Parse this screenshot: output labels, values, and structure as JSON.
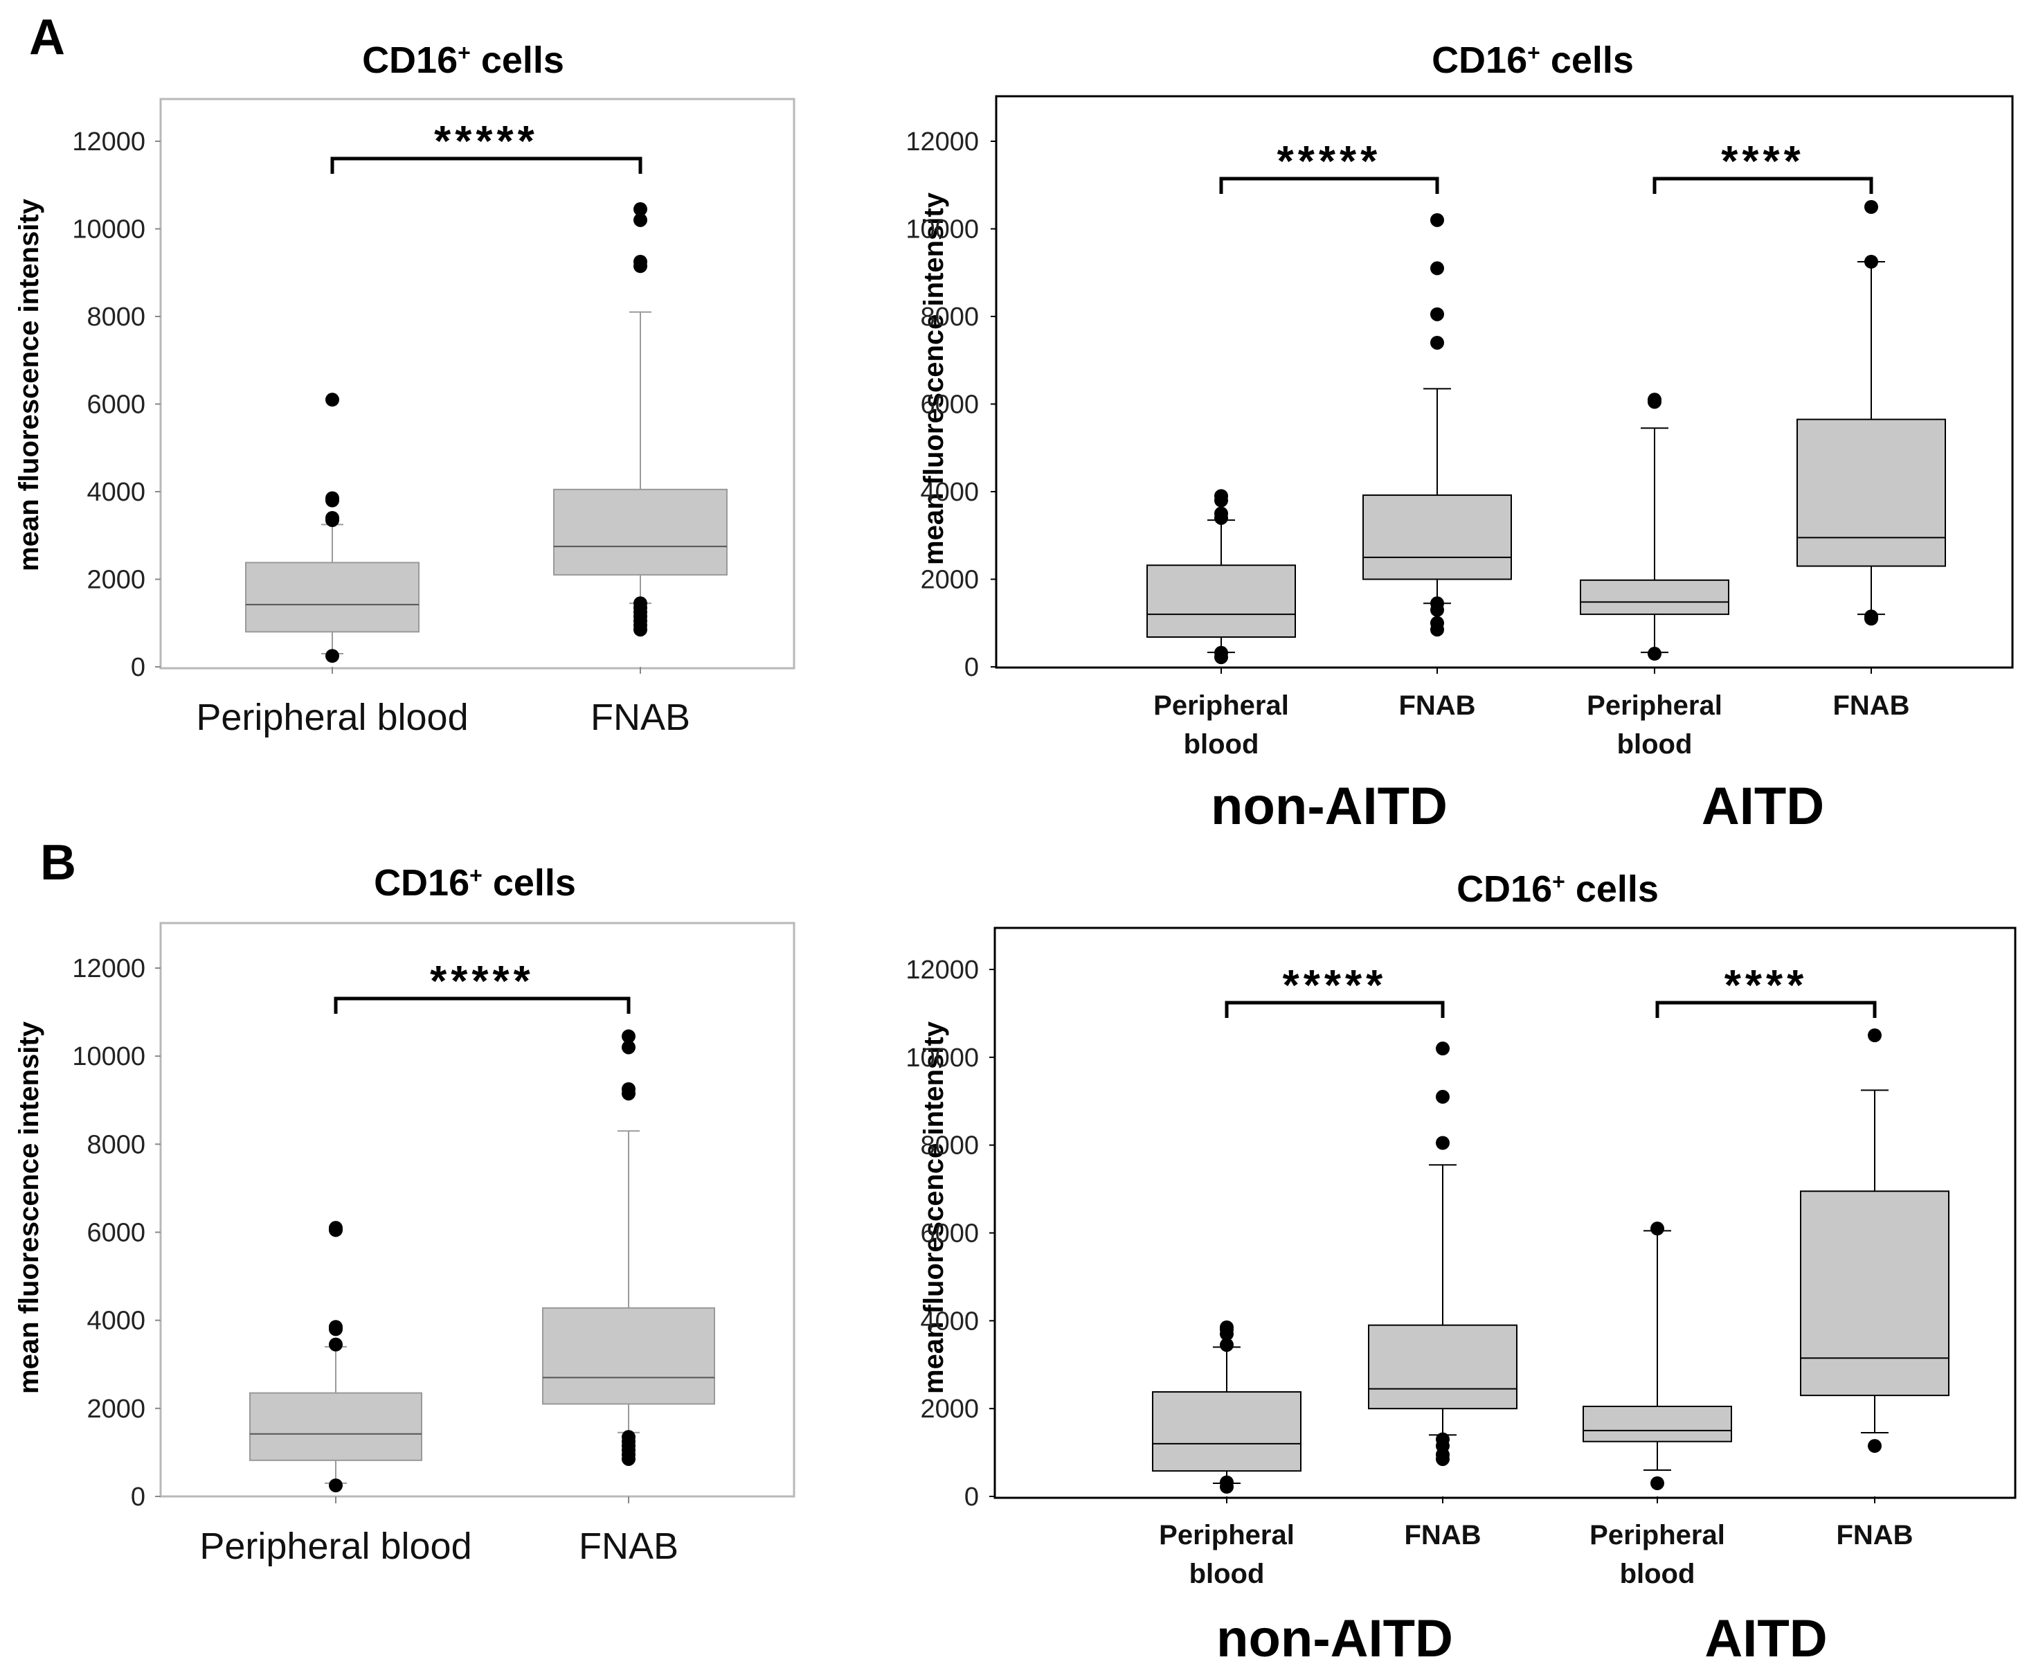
{
  "panel_labels": [
    "A",
    "B"
  ],
  "chart_data": [
    {
      "id": "A-left",
      "type": "box",
      "title": "CD16",
      "title_superscript": "+",
      "title_suffix": " cells",
      "ylabel": "mean fluorescence intensity",
      "ylim": [
        0,
        13000
      ],
      "yticks": [
        0,
        2000,
        4000,
        6000,
        8000,
        10000,
        12000
      ],
      "categories": [
        "Peripheral blood",
        "FNAB"
      ],
      "groups": [],
      "series": [
        {
          "q1": 800,
          "median": 1420,
          "q3": 2380,
          "whisker_low": 300,
          "whisker_high": 3250,
          "outliers": [
            250,
            3350,
            3400,
            3800,
            3850,
            6100
          ]
        },
        {
          "q1": 2100,
          "median": 2750,
          "q3": 4050,
          "whisker_low": 1450,
          "whisker_high": 8100,
          "outliers": [
            850,
            950,
            1050,
            1150,
            1250,
            1350,
            1450,
            9150,
            9250,
            10200,
            10450
          ]
        }
      ],
      "significance": [
        {
          "from": 0,
          "to": 1,
          "label": "*****"
        }
      ]
    },
    {
      "id": "A-right",
      "type": "box",
      "title": "CD16",
      "title_superscript": "+",
      "title_suffix": " cells",
      "ylabel": "mean fluorescence intensity",
      "ylim": [
        0,
        13000
      ],
      "yticks": [
        0,
        2000,
        4000,
        6000,
        8000,
        10000,
        12000
      ],
      "categories": [
        "Peripheral|blood",
        "FNAB",
        "Peripheral|blood",
        "FNAB"
      ],
      "groups": [
        {
          "label": "non-AITD",
          "span": [
            0,
            1
          ]
        },
        {
          "label": "AITD",
          "span": [
            2,
            3
          ]
        }
      ],
      "series": [
        {
          "q1": 680,
          "median": 1200,
          "q3": 2320,
          "whisker_low": 330,
          "whisker_high": 3350,
          "outliers": [
            220,
            320,
            3400,
            3500,
            3800,
            3900
          ]
        },
        {
          "q1": 2000,
          "median": 2500,
          "q3": 3920,
          "whisker_low": 1450,
          "whisker_high": 6350,
          "outliers": [
            850,
            1000,
            1300,
            1450,
            7400,
            8050,
            9100,
            10200
          ]
        },
        {
          "q1": 1200,
          "median": 1480,
          "q3": 1980,
          "whisker_low": 330,
          "whisker_high": 5450,
          "outliers": [
            300,
            6050,
            6100
          ]
        },
        {
          "q1": 2300,
          "median": 2950,
          "q3": 5650,
          "whisker_low": 1200,
          "whisker_high": 9250,
          "outliers": [
            1100,
            1150,
            9250,
            10500
          ]
        }
      ],
      "significance": [
        {
          "from": 0,
          "to": 1,
          "label": "*****"
        },
        {
          "from": 2,
          "to": 3,
          "label": "****"
        }
      ]
    },
    {
      "id": "B-left",
      "type": "box",
      "title": "CD16",
      "title_superscript": "+",
      "title_suffix": " cells",
      "ylabel": "mean fluorescence intensity",
      "ylim": [
        0,
        13000
      ],
      "yticks": [
        0,
        2000,
        4000,
        6000,
        8000,
        10000,
        12000
      ],
      "categories": [
        "Peripheral blood",
        "FNAB"
      ],
      "groups": [],
      "series": [
        {
          "q1": 820,
          "median": 1420,
          "q3": 2350,
          "whisker_low": 300,
          "whisker_high": 3400,
          "outliers": [
            250,
            3450,
            3800,
            3850,
            6050,
            6100
          ]
        },
        {
          "q1": 2100,
          "median": 2700,
          "q3": 4280,
          "whisker_low": 1450,
          "whisker_high": 8300,
          "outliers": [
            850,
            950,
            1050,
            1150,
            1250,
            1350,
            9150,
            9250,
            10200,
            10450
          ]
        }
      ],
      "significance": [
        {
          "from": 0,
          "to": 1,
          "label": "*****"
        }
      ]
    },
    {
      "id": "B-right",
      "type": "box",
      "title": "CD16",
      "title_superscript": "+",
      "title_suffix": " cells",
      "ylabel": "mean fluorescence intensity",
      "ylim": [
        0,
        13000
      ],
      "yticks": [
        0,
        2000,
        4000,
        6000,
        8000,
        10000,
        12000
      ],
      "categories": [
        "Peripheral|blood",
        "FNAB",
        "Peripheral|blood",
        "FNAB"
      ],
      "groups": [
        {
          "label": "non-AITD",
          "span": [
            0,
            1
          ]
        },
        {
          "label": "AITD",
          "span": [
            2,
            3
          ]
        }
      ],
      "series": [
        {
          "q1": 580,
          "median": 1200,
          "q3": 2380,
          "whisker_low": 300,
          "whisker_high": 3400,
          "outliers": [
            220,
            320,
            3450,
            3700,
            3800,
            3850
          ]
        },
        {
          "q1": 2000,
          "median": 2450,
          "q3": 3900,
          "whisker_low": 1400,
          "whisker_high": 7550,
          "outliers": [
            850,
            950,
            1150,
            1300,
            8050,
            9100,
            10200
          ]
        },
        {
          "q1": 1250,
          "median": 1500,
          "q3": 2050,
          "whisker_low": 600,
          "whisker_high": 6050,
          "outliers": [
            300,
            6100
          ]
        },
        {
          "q1": 2300,
          "median": 3150,
          "q3": 6950,
          "whisker_low": 1450,
          "whisker_high": 9250,
          "outliers": [
            1150,
            10500
          ]
        }
      ],
      "significance": [
        {
          "from": 0,
          "to": 1,
          "label": "*****"
        },
        {
          "from": 2,
          "to": 3,
          "label": "****"
        }
      ]
    }
  ]
}
